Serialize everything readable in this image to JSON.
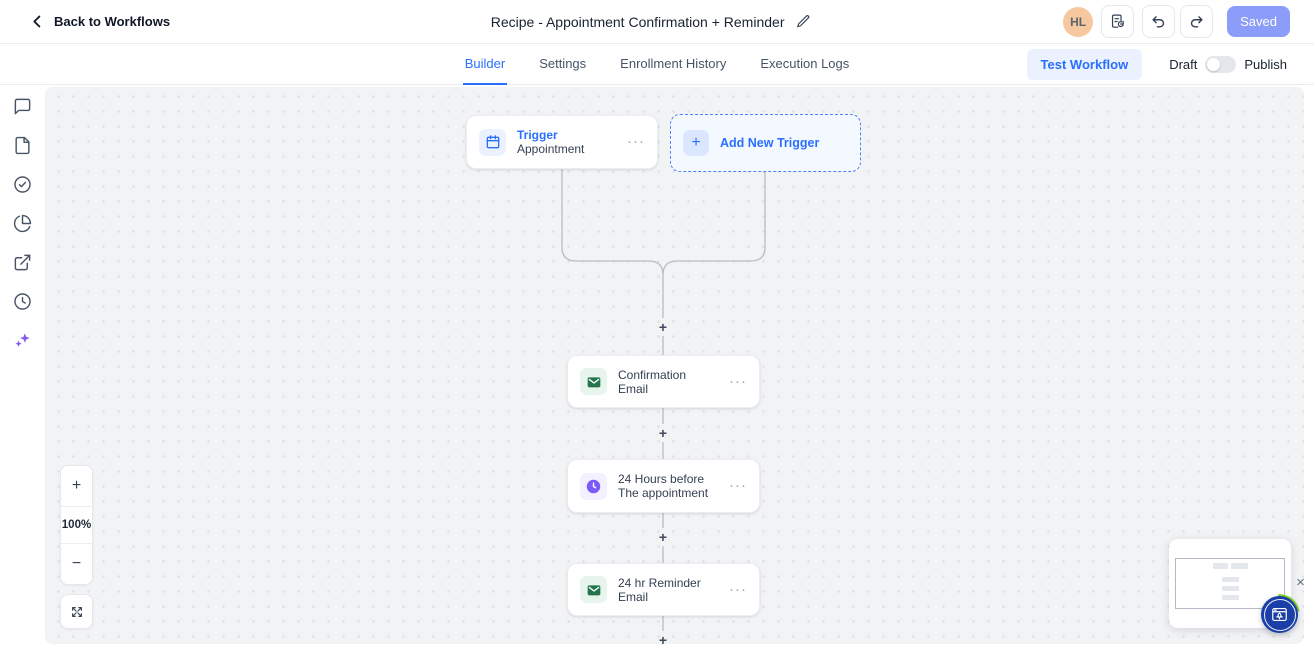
{
  "header": {
    "back_label": "Back to Workflows",
    "title": "Recipe - Appointment Confirmation + Reminder",
    "avatar_initials": "HL",
    "save_status": "Saved"
  },
  "tab_bar": {
    "tabs": [
      {
        "label": "Builder",
        "active": true
      },
      {
        "label": "Settings",
        "active": false
      },
      {
        "label": "Enrollment History",
        "active": false
      },
      {
        "label": "Execution Logs",
        "active": false
      }
    ],
    "test_workflow_label": "Test Workflow",
    "draft_label": "Draft",
    "publish_label": "Publish",
    "publish_toggle_on": false
  },
  "sidebar": {
    "icons": [
      "comment-icon",
      "file-icon",
      "check-circle-icon",
      "pie-chart-icon",
      "external-link-icon",
      "clock-icon",
      "sparkles-icon"
    ]
  },
  "workflow": {
    "trigger_node": {
      "title": "Trigger",
      "subtitle": "Appointment",
      "icon": "calendar-icon"
    },
    "add_trigger": {
      "label": "Add New Trigger",
      "icon": "plus-icon"
    },
    "action_nodes": [
      {
        "title": "Confirmation Email",
        "icon": "email-icon"
      },
      {
        "title": "24 Hours before The appointment",
        "icon": "wait-clock-icon"
      },
      {
        "title": "24 hr Reminder Email",
        "icon": "email-icon"
      }
    ]
  },
  "zoom_controls": {
    "zoom_in": "+",
    "zoom_level": "100%",
    "zoom_out": "−"
  },
  "glyphs": {
    "ellipsis": "···",
    "plus": "+",
    "close": "×"
  },
  "colors": {
    "accent_blue": "#2970ff",
    "saved_button": "#8b9cf9",
    "email_green": "#23754e",
    "wait_purple": "#7a5af8",
    "avatar_bg": "#f6c89f",
    "canvas_bg": "#f2f3f5",
    "launch_navy": "#1b3fa8",
    "launch_arc_green": "#86d41c"
  }
}
